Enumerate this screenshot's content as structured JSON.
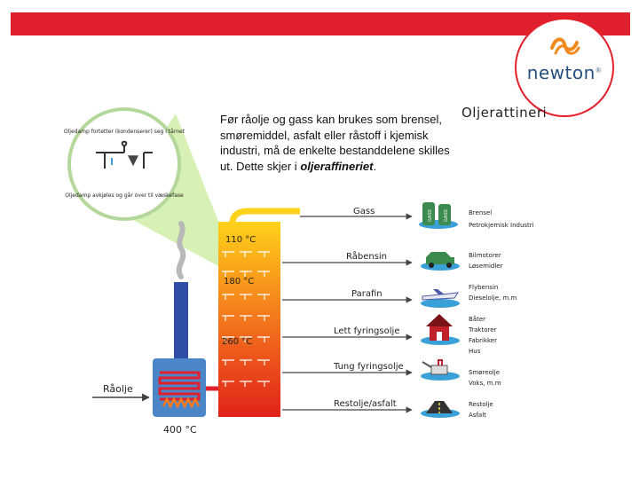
{
  "header": {
    "bar_color": "#e0202c"
  },
  "logo": {
    "text": "newton",
    "mark": "®",
    "ring_color": "#e6202a",
    "text_color": "#28507e",
    "icon": "newton-wave-icon"
  },
  "intro": {
    "text_before": "Før råolje og gass kan brukes som brensel, smøremiddel, asfalt eller råstoff i kjemisk industri, må de enkelte bestanddelene skilles ut. Dette skjer i ",
    "emphasis": "oljeraffineriet",
    "text_after": "."
  },
  "diagram": {
    "title": "Oljerattineri",
    "inset": {
      "top_text": "Oljedamp fortetter (kondenserer) seg i tårnet",
      "bottom_text": "Oljedamp avkjøles og går over til væskefase"
    },
    "column_temps": {
      "top": "110 °C",
      "middle": "180 °C",
      "lower": "260 °C",
      "furnace": "400 °C"
    },
    "input_label": "Råolje",
    "fractions": [
      {
        "name": "Gass",
        "uses": [
          "Brensel",
          "Petrokjemisk Industri"
        ],
        "icon": "gas-cylinders-icon"
      },
      {
        "name": "Råbensin",
        "uses": [
          "Bilmotorer",
          "Løsemidler"
        ],
        "icon": "car-icon"
      },
      {
        "name": "Parafin",
        "uses": [
          "Flybensin",
          "Dieselolje, m.m"
        ],
        "icon": "airplane-icon"
      },
      {
        "name": "Lett fyringsolje",
        "uses": [
          "Båter",
          "Traktorer",
          "Fabrikker",
          "Hus"
        ],
        "icon": "house-icon"
      },
      {
        "name": "Tung fyringsolje",
        "uses": [
          "Smøreolje",
          "Voks, m.m"
        ],
        "icon": "oil-can-icon"
      },
      {
        "name": "Restolje/asfalt",
        "uses": [
          "Restolje",
          "Asfalt"
        ],
        "icon": "road-icon"
      }
    ],
    "gas_labels": [
      "GASS",
      "GASS"
    ],
    "colors": {
      "column_top": "#ffd21a",
      "column_bottom": "#e1221a",
      "base": "#4a86c8",
      "chimney": "#2f4fa6",
      "arrows": "#444444",
      "inset_circle": "#b4d89b",
      "beam": "#c8ec9a"
    }
  }
}
